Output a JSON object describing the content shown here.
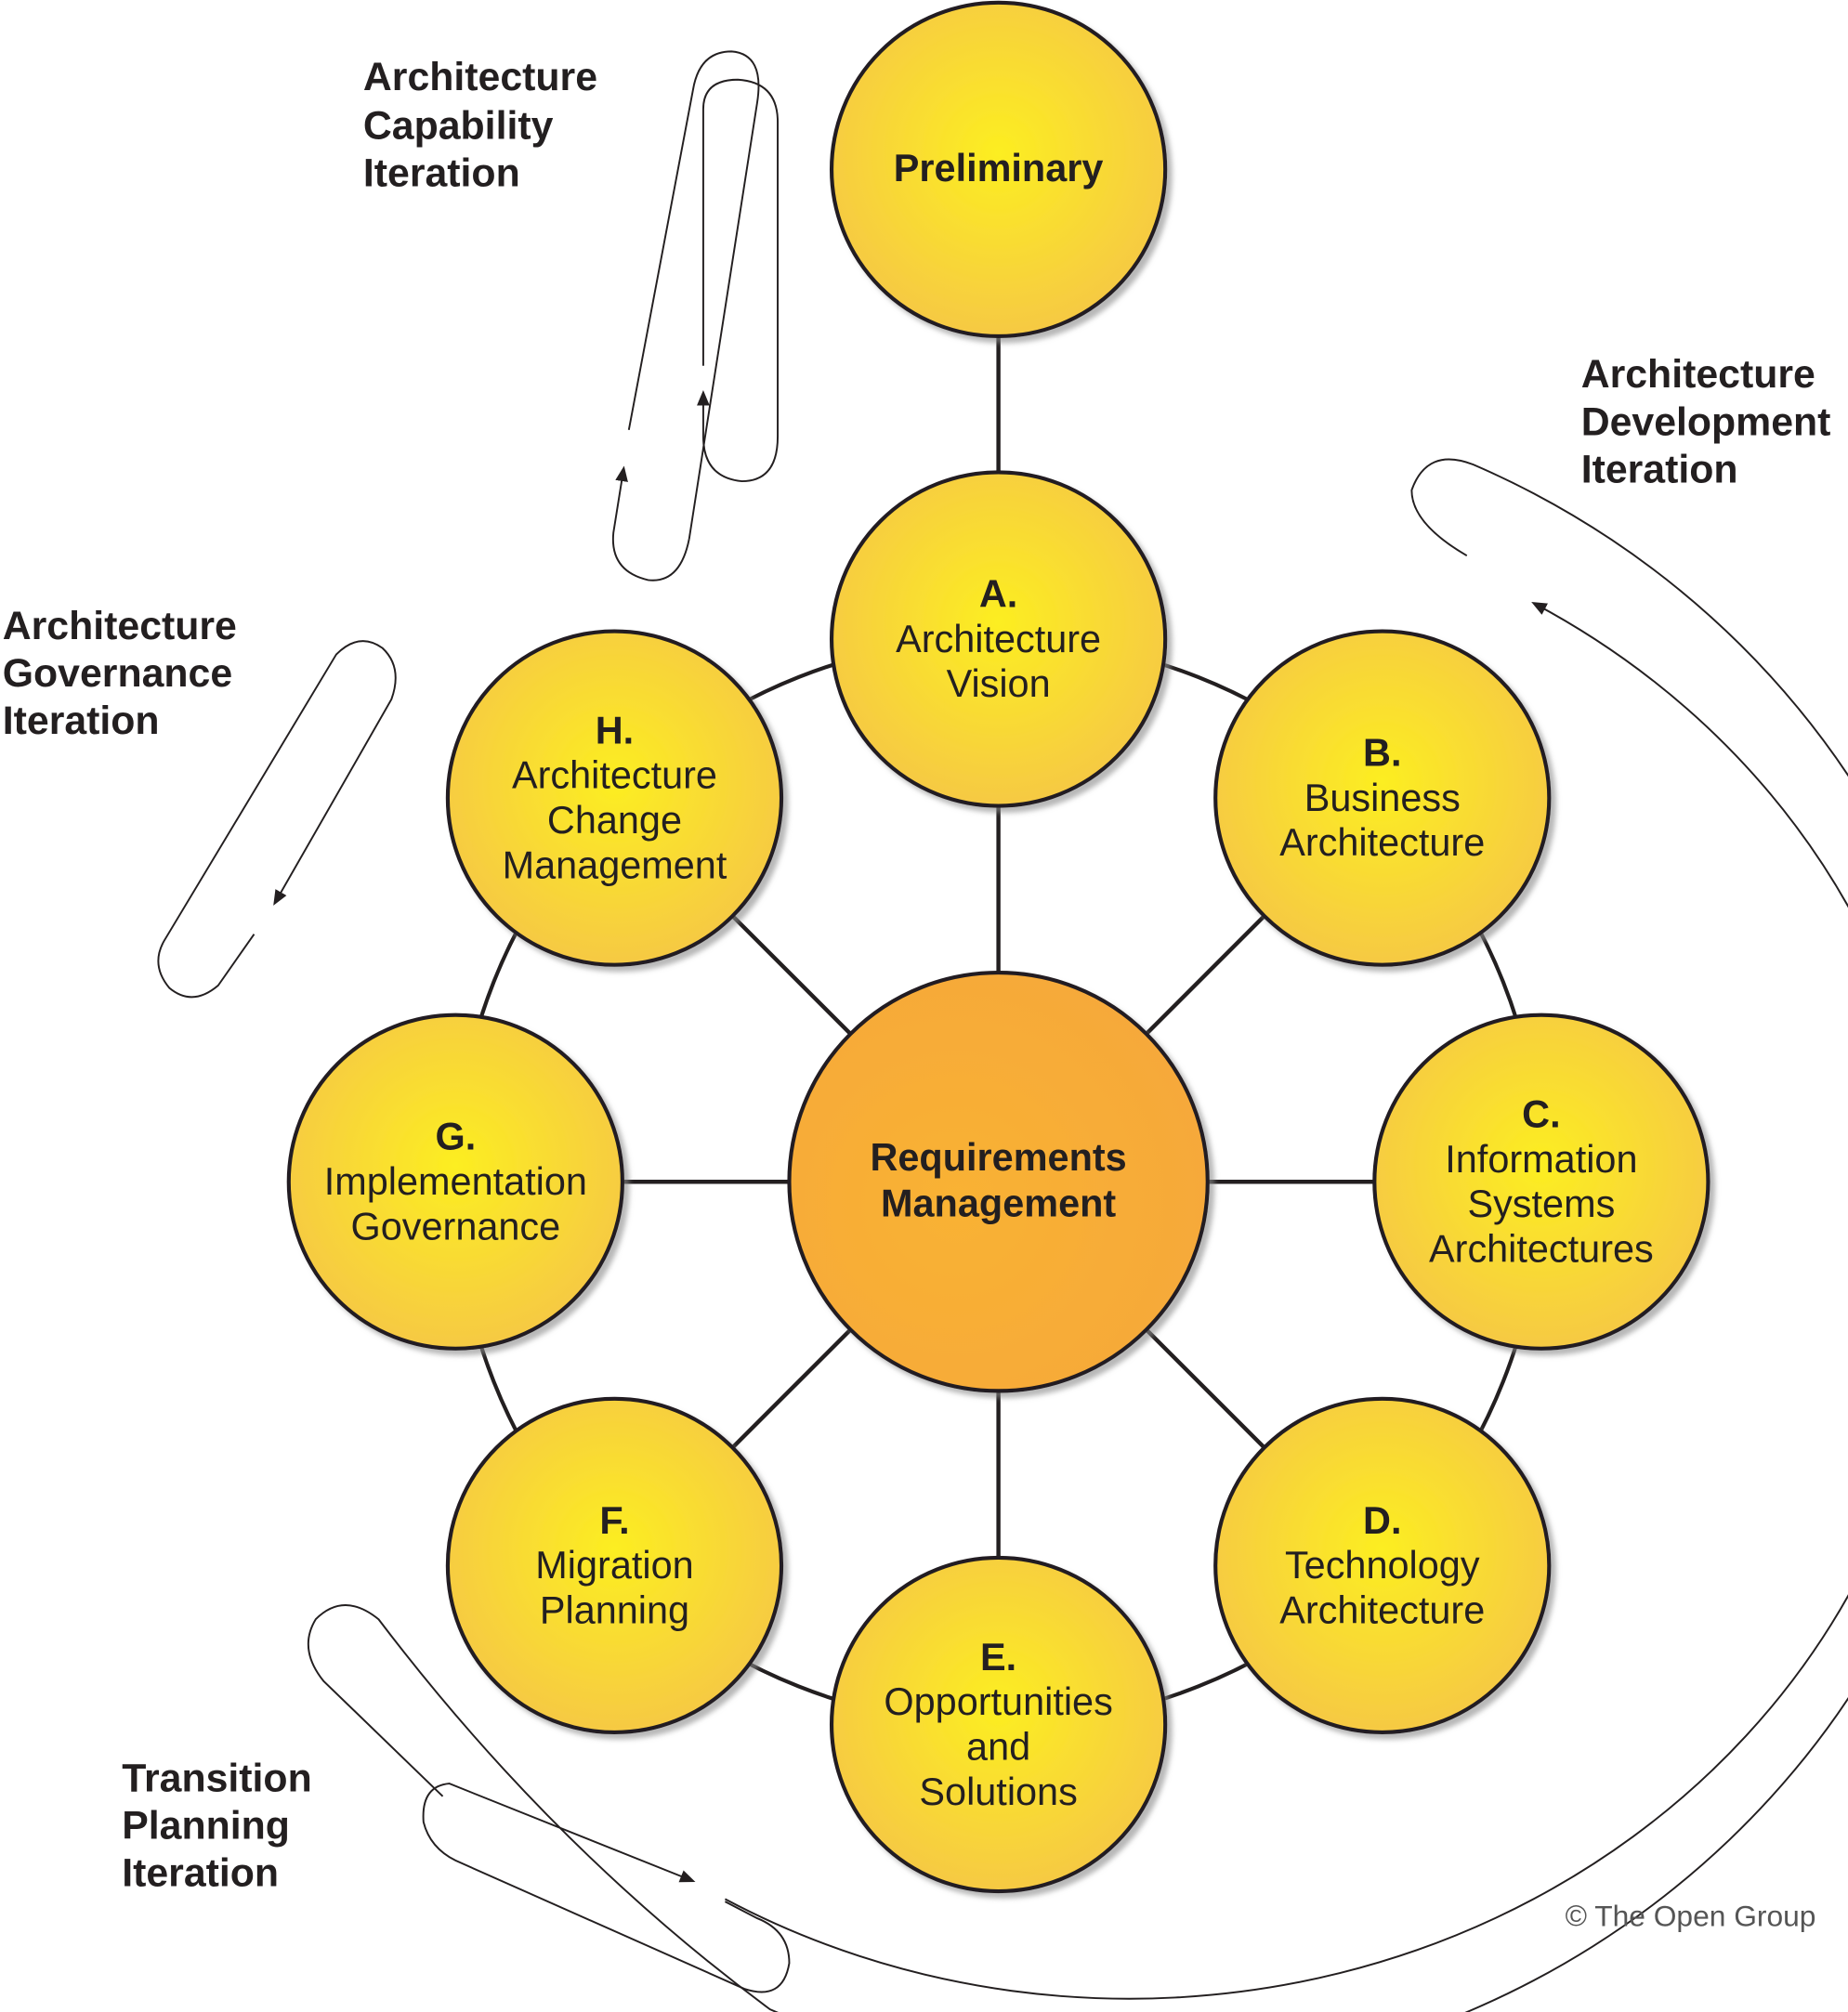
{
  "center": {
    "lines": [
      "Requirements",
      "Management"
    ]
  },
  "preliminary": {
    "lines": [
      "Preliminary"
    ]
  },
  "phases": [
    {
      "letter": "A.",
      "lines": [
        "Architecture",
        "Vision"
      ]
    },
    {
      "letter": "B.",
      "lines": [
        "Business",
        "Architecture"
      ]
    },
    {
      "letter": "C.",
      "lines": [
        "Information",
        "Systems",
        "Architectures"
      ]
    },
    {
      "letter": "D.",
      "lines": [
        "Technology",
        "Architecture"
      ]
    },
    {
      "letter": "E.",
      "lines": [
        "Opportunities",
        "and",
        "Solutions"
      ]
    },
    {
      "letter": "F.",
      "lines": [
        "Migration",
        "Planning"
      ]
    },
    {
      "letter": "G.",
      "lines": [
        "Implementation",
        "Governance"
      ]
    },
    {
      "letter": "H.",
      "lines": [
        "Architecture",
        "Change",
        "Management"
      ]
    }
  ],
  "iterations": {
    "capability": [
      "Architecture",
      "Capability",
      "Iteration"
    ],
    "development": [
      "Architecture",
      "Development",
      "Iteration"
    ],
    "governance": [
      "Architecture",
      "Governance",
      "Iteration"
    ],
    "transition": [
      "Transition",
      "Planning",
      "Iteration"
    ]
  },
  "copyright": "© The Open Group",
  "colors": {
    "phase": "#f7d233",
    "center": "#f9b233",
    "stroke": "#231f20"
  }
}
